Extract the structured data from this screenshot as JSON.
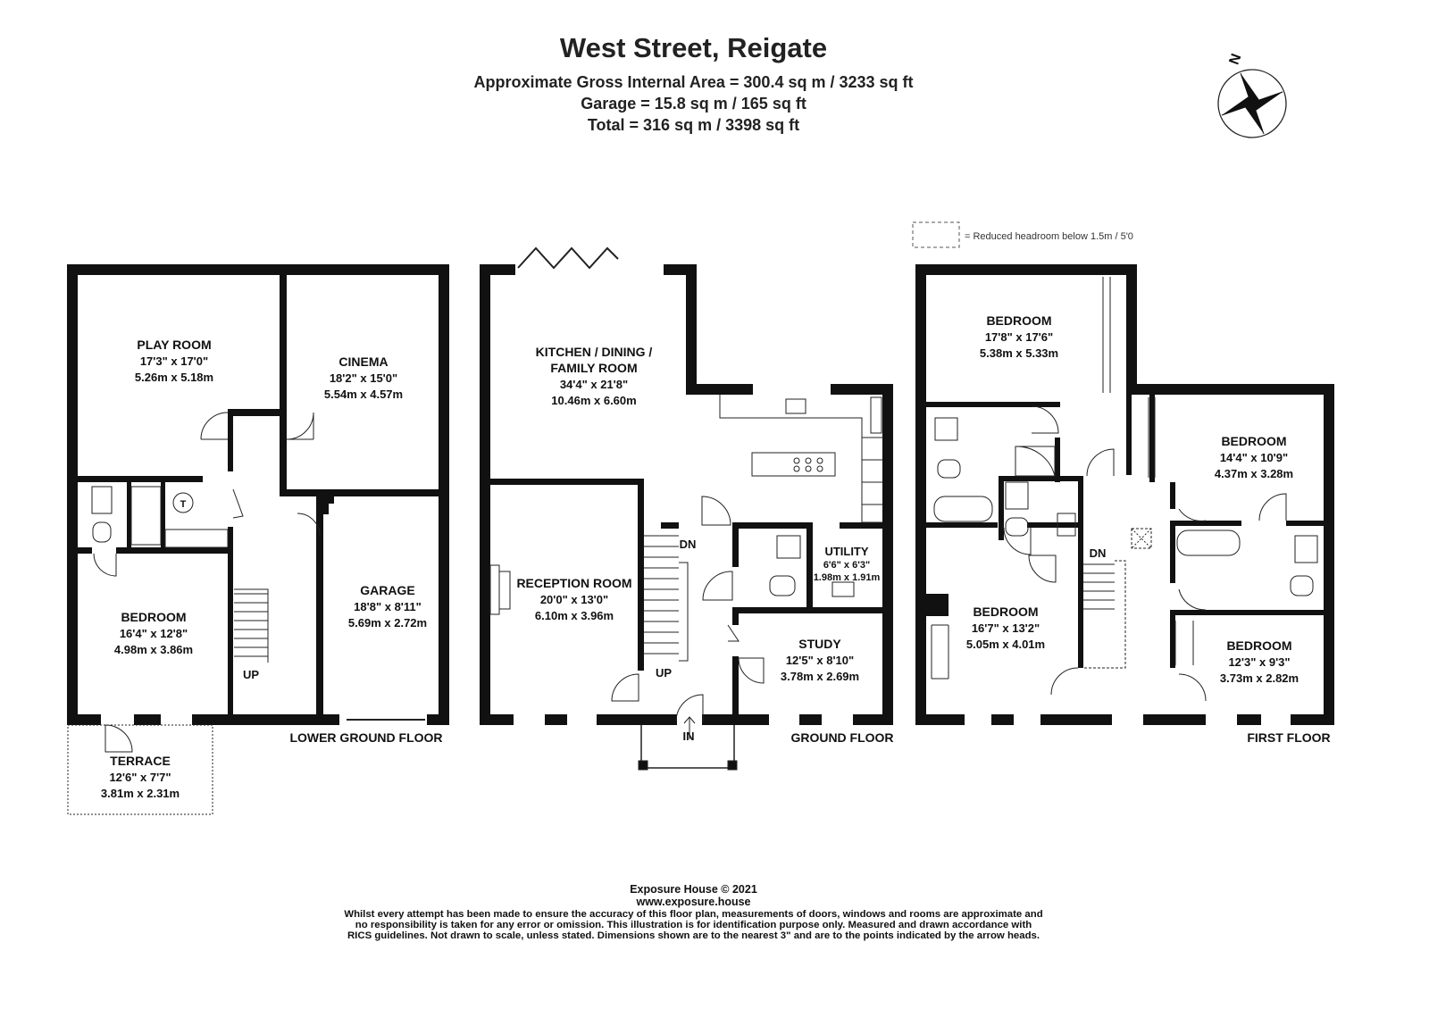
{
  "header": {
    "title": "West Street, Reigate",
    "area_internal": "Approximate Gross Internal Area = 300.4 sq m / 3233 sq ft",
    "area_garage": "Garage = 15.8 sq m / 165 sq ft",
    "area_total": "Total = 316 sq m / 3398 sq ft"
  },
  "compass": {
    "label": "N"
  },
  "legend": {
    "text": "= Reduced headroom below 1.5m / 5'0"
  },
  "floors": {
    "lower": {
      "name": "LOWER GROUND FLOOR",
      "rooms": {
        "play": {
          "name": "PLAY ROOM",
          "imperial": "17'3\" x 17'0\"",
          "metric": "5.26m x 5.18m"
        },
        "cinema": {
          "name": "CINEMA",
          "imperial": "18'2\" x 15'0\"",
          "metric": "5.54m x 4.57m"
        },
        "garage": {
          "name": "GARAGE",
          "imperial": "18'8\" x 8'11\"",
          "metric": "5.69m x 2.72m"
        },
        "bedroom": {
          "name": "BEDROOM",
          "imperial": "16'4\" x 12'8\"",
          "metric": "4.98m x 3.86m"
        },
        "terrace": {
          "name": "TERRACE",
          "imperial": "12'6\" x 7'7\"",
          "metric": "3.81m x 2.31m"
        }
      },
      "stair_label": "UP",
      "boiler_label": "T"
    },
    "ground": {
      "name": "GROUND FLOOR",
      "rooms": {
        "kitchen": {
          "name_line1": "KITCHEN / DINING /",
          "name_line2": "FAMILY ROOM",
          "imperial": "34'4\" x 21'8\"",
          "metric": "10.46m x 6.60m"
        },
        "reception": {
          "name": "RECEPTION ROOM",
          "imperial": "20'0\" x 13'0\"",
          "metric": "6.10m x 3.96m"
        },
        "utility": {
          "name": "UTILITY",
          "imperial": "6'6\" x 6'3\"",
          "metric": "1.98m x 1.91m"
        },
        "study": {
          "name": "STUDY",
          "imperial": "12'5\" x 8'10\"",
          "metric": "3.78m x 2.69m"
        }
      },
      "stair_dn": "DN",
      "stair_up": "UP",
      "entrance": "IN"
    },
    "first": {
      "name": "FIRST FLOOR",
      "rooms": {
        "bed1": {
          "name": "BEDROOM",
          "imperial": "17'8\" x 17'6\"",
          "metric": "5.38m x 5.33m"
        },
        "bed2": {
          "name": "BEDROOM",
          "imperial": "14'4\" x 10'9\"",
          "metric": "4.37m x 3.28m"
        },
        "bed3": {
          "name": "BEDROOM",
          "imperial": "16'7\" x 13'2\"",
          "metric": "5.05m x 4.01m"
        },
        "bed4": {
          "name": "BEDROOM",
          "imperial": "12'3\" x 9'3\"",
          "metric": "3.73m x 2.82m"
        }
      },
      "stair_dn": "DN"
    }
  },
  "footer": {
    "copyright": "Exposure House © 2021",
    "website": "www.exposure.house",
    "disclaimer_1": "Whilst every attempt has been made to ensure the accuracy of this floor plan, measurements of doors, windows and rooms are approximate and",
    "disclaimer_2": "no responsibility is taken for any error or omission. This illustration is for identification purpose only. Measured and drawn accordance with",
    "disclaimer_3": "RICS guidelines. Not drawn to scale, unless stated. Dimensions shown are to the nearest 3\" and are to the points indicated by the arrow heads."
  }
}
